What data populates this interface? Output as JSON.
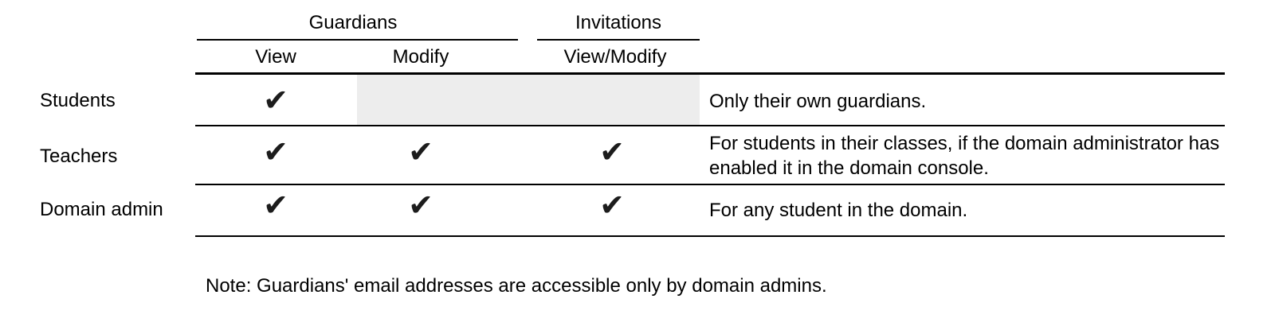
{
  "table": {
    "group_headers": [
      {
        "label": "Guardians"
      },
      {
        "label": "Invitations"
      }
    ],
    "columns": [
      {
        "label": "View"
      },
      {
        "label": "Modify"
      },
      {
        "label": "View/Modify"
      }
    ],
    "check_glyph": "✔",
    "rows": [
      {
        "label": "Students",
        "view": "✔",
        "modify": "",
        "view_modify": "",
        "not_applicable_shaded": true,
        "note": "Only their own guardians."
      },
      {
        "label": "Teachers",
        "view": "✔",
        "modify": "✔",
        "view_modify": "✔",
        "not_applicable_shaded": false,
        "note": "For students in their classes, if the domain administrator has enabled it in the domain console."
      },
      {
        "label": "Domain admin",
        "view": "✔",
        "modify": "✔",
        "view_modify": "✔",
        "not_applicable_shaded": false,
        "note": "For any student in the domain."
      }
    ],
    "footnote": "Note: Guardians' email addresses are accessible only by domain admins."
  },
  "colors": {
    "text": "#000000",
    "checkmark": "#1c1c1c",
    "shaded_cell": "#ededed",
    "rule": "#000000",
    "background": "#ffffff"
  }
}
